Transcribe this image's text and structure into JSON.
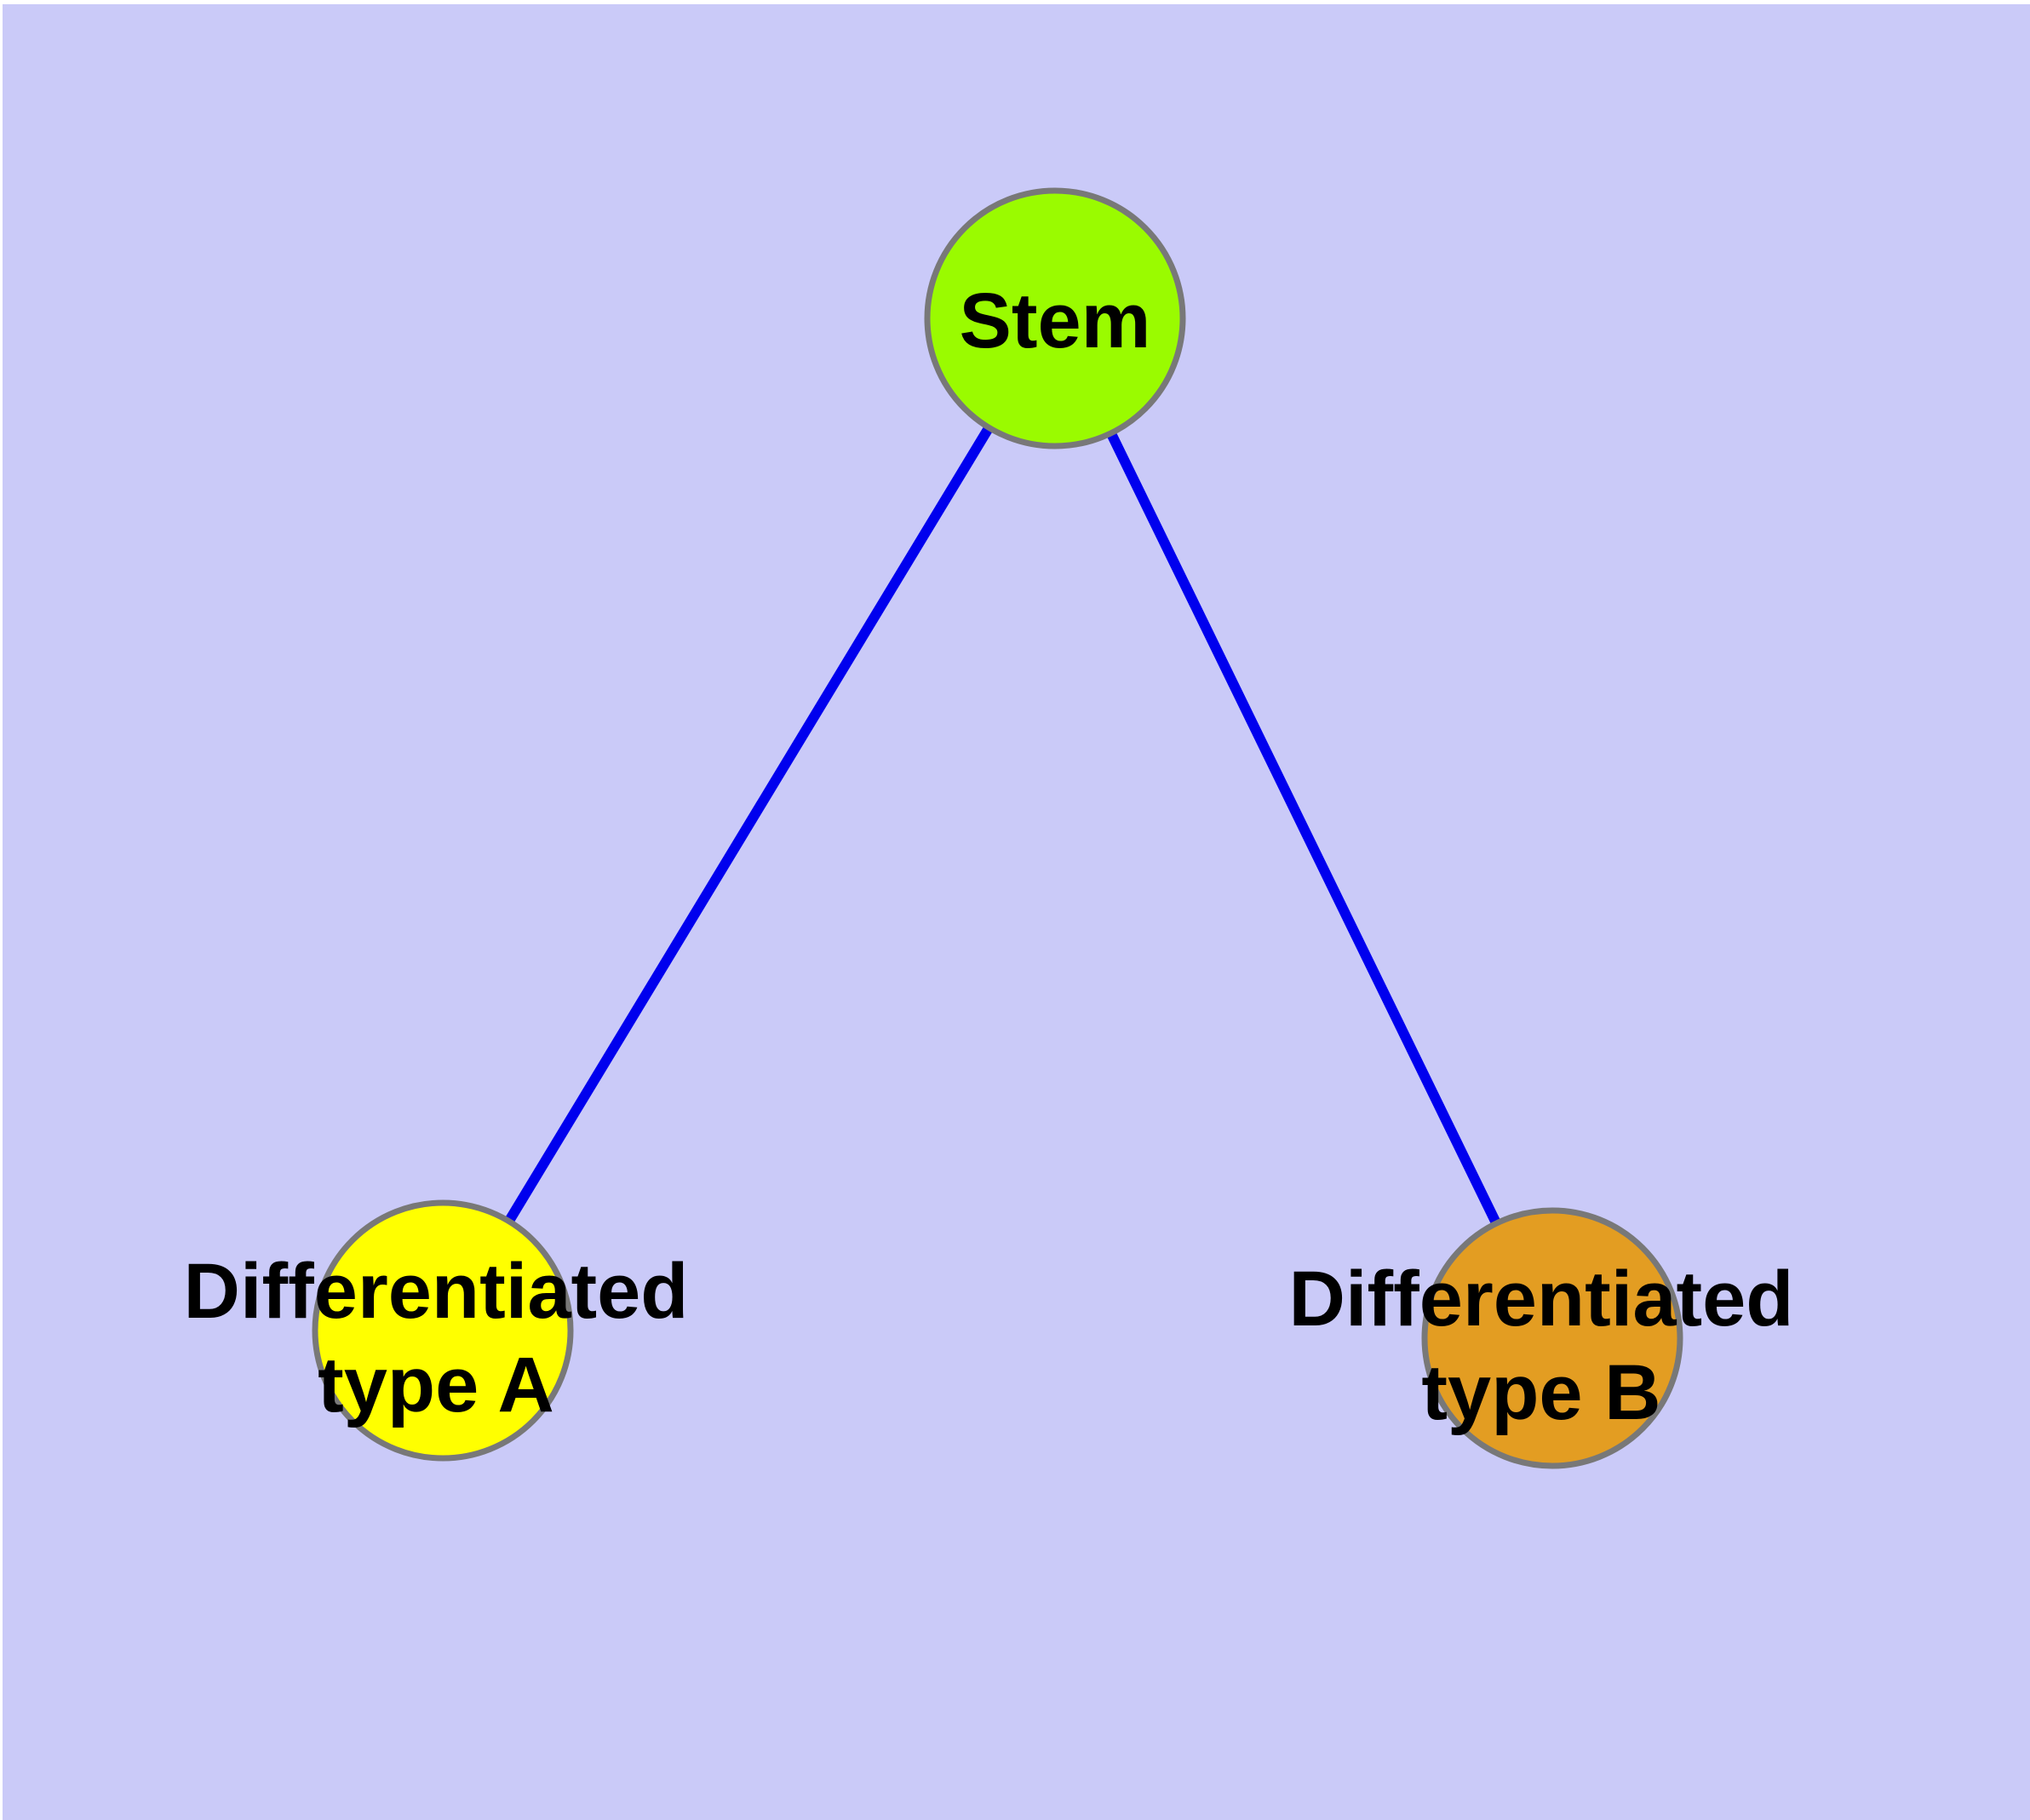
{
  "diagram": {
    "title": "stem cell differentiation graph",
    "colors": {
      "background": "#CACAF8",
      "top_margin": "#FFFFFF",
      "edge": "#0000EE",
      "node_border": "#787878",
      "label": "#000000"
    },
    "nodes": [
      {
        "id": "stem",
        "label": "Stem",
        "fill": "#9AFB00"
      },
      {
        "id": "differentiated-type-a",
        "label_line1": "Differentiated",
        "label_line2": "type A",
        "fill": "#FFFF00"
      },
      {
        "id": "differentiated-type-b",
        "label_line1": "Differentiated",
        "label_line2": "type B",
        "fill": "#E39D22"
      }
    ],
    "edges": [
      {
        "from": "stem",
        "to": "differentiated-type-a"
      },
      {
        "from": "stem",
        "to": "differentiated-type-b"
      }
    ]
  }
}
